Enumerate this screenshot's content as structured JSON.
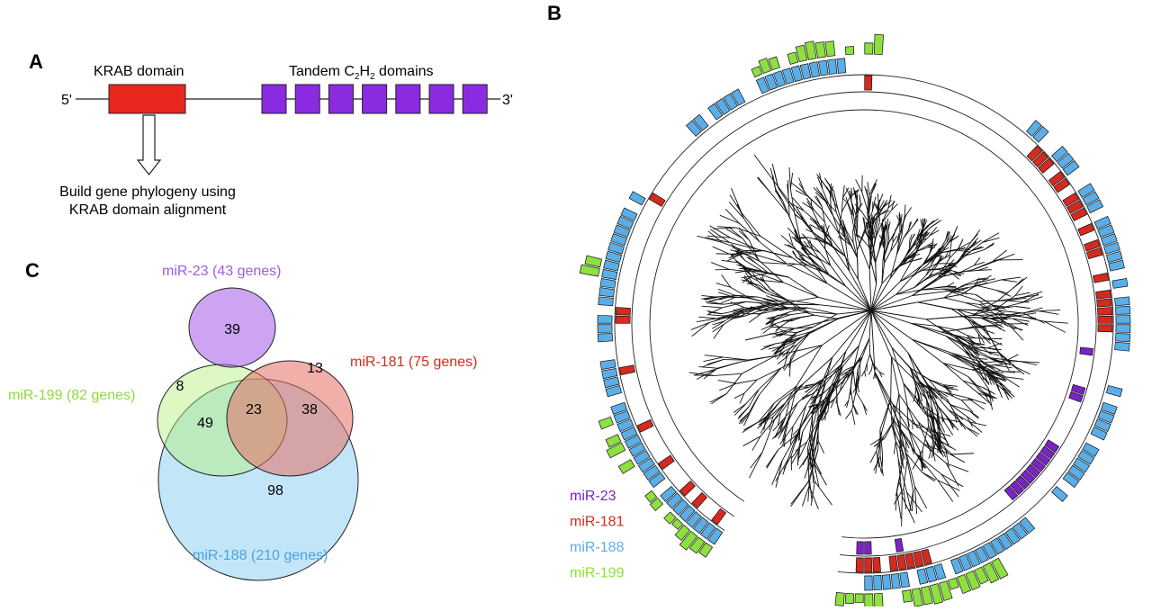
{
  "panel_labels": {
    "a": "A",
    "b": "B",
    "c": "C"
  },
  "panel_a": {
    "five_prime": "5'",
    "three_prime": "3'",
    "krab_label": "KRAB domain",
    "tandem_label_prefix": "Tandem C",
    "tandem_sub_1": "2",
    "tandem_mid": "H",
    "tandem_sub_2": "2",
    "tandem_suffix": " domains",
    "tandem_domain_count": 7,
    "annotation_line1": "Build gene phylogeny using",
    "annotation_line2": "KRAB domain alignment",
    "colors": {
      "krab": "#e8281f",
      "c2h2": "#8a2be2"
    }
  },
  "panel_c": {
    "sets": [
      {
        "key": "mir23",
        "label": "miR-23 (43 genes)",
        "color": "#a259e6",
        "fill": "rgba(162,89,230,0.55)"
      },
      {
        "key": "mir181",
        "label": "miR-181 (75 genes)",
        "color": "#d42a1f",
        "fill": "rgba(230,110,100,0.55)"
      },
      {
        "key": "mir199",
        "label": "miR-199 (82 genes)",
        "color": "#8ddb3c",
        "fill": "rgba(180,240,120,0.45)"
      },
      {
        "key": "mir188",
        "label": "miR-188 (210 genes)",
        "color": "#4aa3e0",
        "fill": "rgba(120,200,240,0.45)"
      }
    ],
    "counts": {
      "mir23_only": "39",
      "mir181_only": "13",
      "mir199_only": "8",
      "mir199_mir188": "49",
      "mir199_mir181_mir188": "23",
      "mir181_mir188": "38",
      "mir188_only": "98"
    }
  },
  "panel_b": {
    "legend": [
      {
        "label": "miR-23",
        "color": "#7b22c9"
      },
      {
        "label": "miR-181",
        "color": "#d42a1f"
      },
      {
        "label": "miR-188",
        "color": "#5aaee8"
      },
      {
        "label": "miR-199",
        "color": "#8ee03f"
      }
    ]
  }
}
